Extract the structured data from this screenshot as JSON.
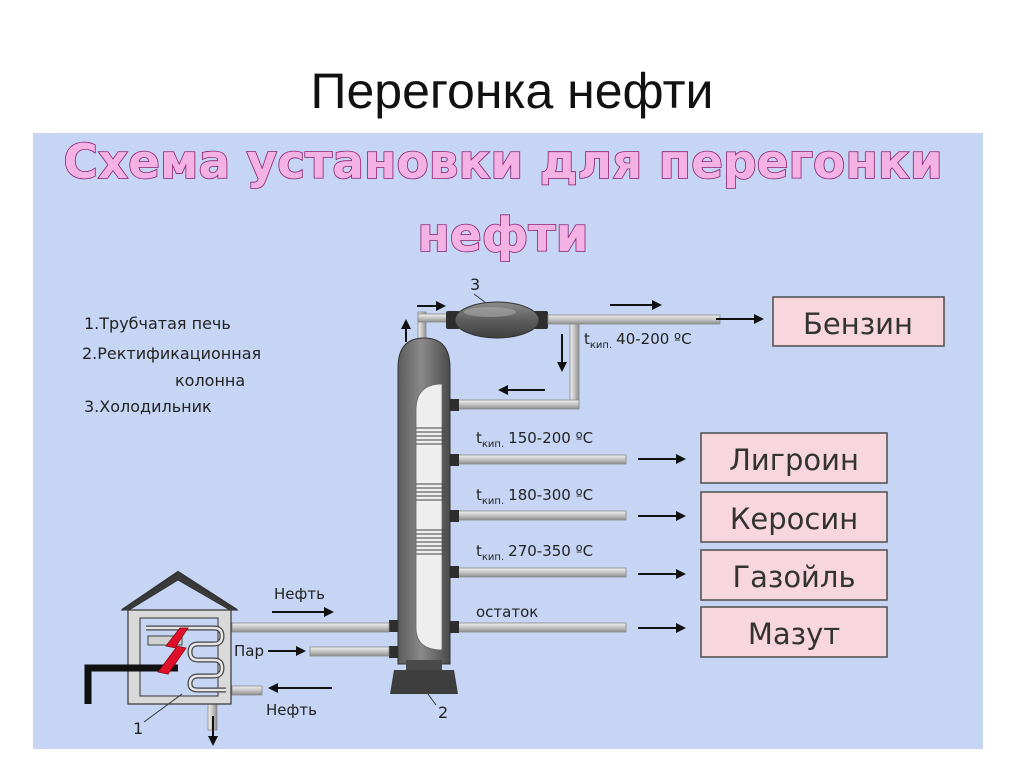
{
  "page_title": "Перегонка нефти",
  "scheme": {
    "heading_line1": "Схема установки для перегонки",
    "heading_line2": "нефти",
    "legend": [
      "1.Трубчатая печь",
      "2.Ректификационная",
      "колонна",
      "3.Холодильник"
    ],
    "part_labels": {
      "furnace": "1",
      "column": "2",
      "cooler": "3"
    },
    "inputs": {
      "oil_in": "Нефть",
      "steam": "Пар",
      "oil_in_bottom": "Нефть"
    },
    "t_prefix": "t",
    "t_sub": "кип.",
    "temps": [
      "40-200 ºC",
      "150-200 ºC",
      "180-300 ºC",
      "270-350 ºC"
    ],
    "residue_label": "остаток",
    "products": [
      "Бензин",
      "Лигроин",
      "Керосин",
      "Газойль",
      "Мазут"
    ],
    "colors": {
      "panel": "#c5d5f3",
      "product_box": "#f7d6de",
      "heading_fill": "#f4b2e4",
      "heading_outline": "#8a1f6e",
      "flame": "#e0102a"
    }
  }
}
